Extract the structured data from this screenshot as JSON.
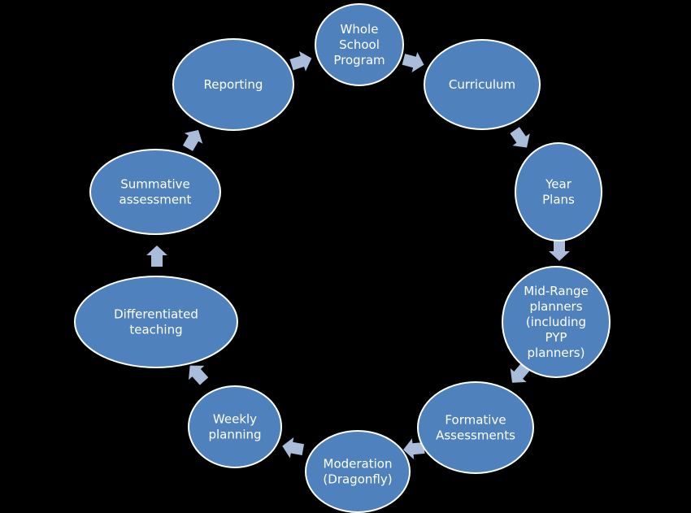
{
  "diagram": {
    "colors": {
      "background": "#000000",
      "node_fill": "#4f81bd",
      "node_stroke": "#ffffff",
      "arrow": "#a9bcd9",
      "text": "#ffffff"
    },
    "nodes": [
      {
        "id": "whole-school-program",
        "lines": [
          "Whole",
          "School",
          "Program"
        ]
      },
      {
        "id": "curriculum",
        "lines": [
          "Curriculum"
        ]
      },
      {
        "id": "year-plans",
        "lines": [
          "Year",
          "Plans"
        ]
      },
      {
        "id": "mid-range-planners",
        "lines": [
          "Mid-Range",
          "planners",
          "(including",
          "PYP",
          "planners)"
        ]
      },
      {
        "id": "formative-assessments",
        "lines": [
          "Formative",
          "Assessments"
        ]
      },
      {
        "id": "moderation",
        "lines": [
          "Moderation",
          "(Dragonfly)"
        ]
      },
      {
        "id": "weekly-planning",
        "lines": [
          "Weekly",
          "planning"
        ]
      },
      {
        "id": "differentiated-teaching",
        "lines": [
          "Differentiated",
          "teaching"
        ]
      },
      {
        "id": "summative-assessment",
        "lines": [
          "Summative",
          "assessment"
        ]
      },
      {
        "id": "reporting",
        "lines": [
          "Reporting"
        ]
      }
    ]
  }
}
